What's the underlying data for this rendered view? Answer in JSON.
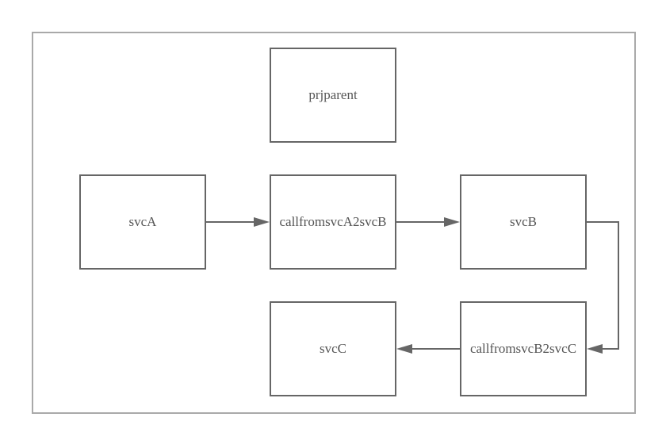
{
  "diagram": {
    "nodes": [
      {
        "id": "prjparent",
        "label": "prjparent"
      },
      {
        "id": "svcA",
        "label": "svcA"
      },
      {
        "id": "callfromsvcA2svcB",
        "label": "callfromsvcA2svcB"
      },
      {
        "id": "svcB",
        "label": "svcB"
      },
      {
        "id": "svcC",
        "label": "svcC"
      },
      {
        "id": "callfromsvcB2svcC",
        "label": "callfromsvcB2svcC"
      }
    ],
    "edges": [
      {
        "from": "svcA",
        "to": "callfromsvcA2svcB"
      },
      {
        "from": "callfromsvcA2svcB",
        "to": "svcB"
      },
      {
        "from": "svcB",
        "to": "callfromsvcB2svcC"
      },
      {
        "from": "callfromsvcB2svcC",
        "to": "svcC"
      }
    ],
    "colors": {
      "frame": "#a9a9a9",
      "node_border": "#666666",
      "text": "#555555",
      "edge": "#666666"
    }
  }
}
